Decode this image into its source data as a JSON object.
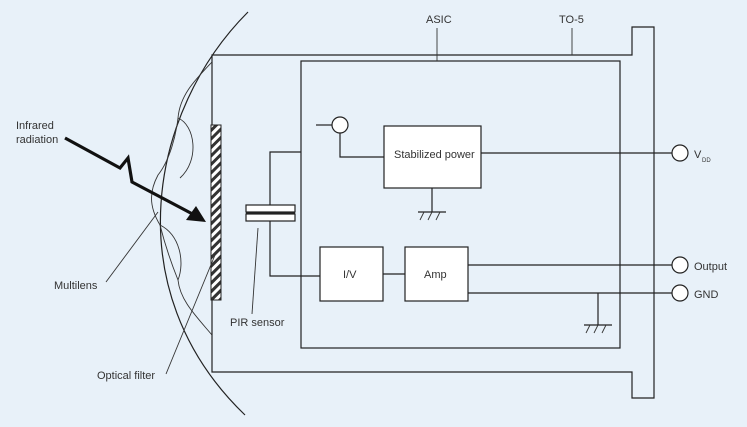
{
  "labels": {
    "asic": "ASIC",
    "to5": "TO-5",
    "infrared": [
      "Infrared",
      "radiation"
    ],
    "multilens": "Multilens",
    "optical_filter": "Optical filter",
    "pir_sensor": "PIR sensor",
    "stabilized_power": "Stabilized power",
    "iv": "I/V",
    "amp": "Amp",
    "vdd_main": "V",
    "vdd_sub": "DD",
    "output": "Output",
    "gnd": "GND"
  },
  "colors": {
    "background": "#e8f1f9",
    "line": "#222222",
    "box_fill": "#ffffff",
    "arrow": "#111111",
    "filter_hatch": "#333333"
  }
}
